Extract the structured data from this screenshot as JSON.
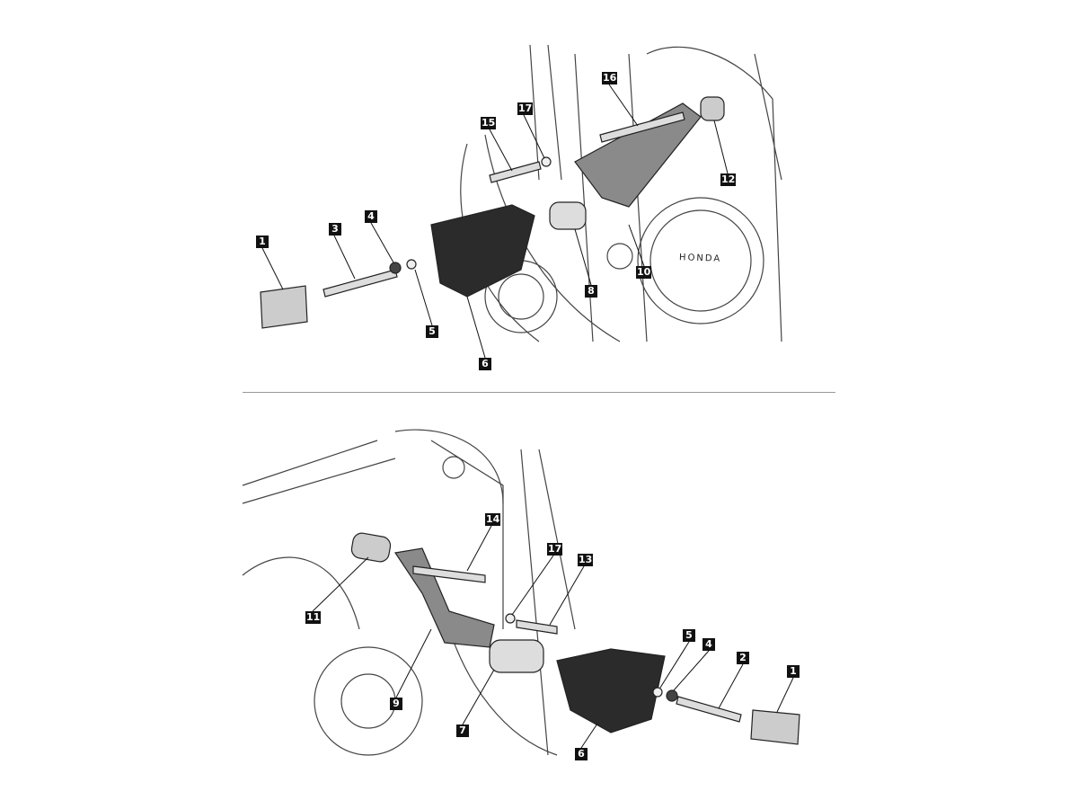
{
  "top_view": {
    "engine_brand": "HONDA",
    "labels": [
      "1",
      "3",
      "4",
      "5",
      "6",
      "8",
      "10",
      "12",
      "15",
      "16",
      "17"
    ]
  },
  "bottom_view": {
    "labels": [
      "14",
      "17",
      "13",
      "11",
      "9",
      "7",
      "6",
      "5",
      "4",
      "2",
      "1"
    ]
  },
  "colors": {
    "label_bg": "#111111",
    "slider": "#2b2b2b",
    "bracket": "#8a8a8a",
    "divider": "#999999"
  }
}
